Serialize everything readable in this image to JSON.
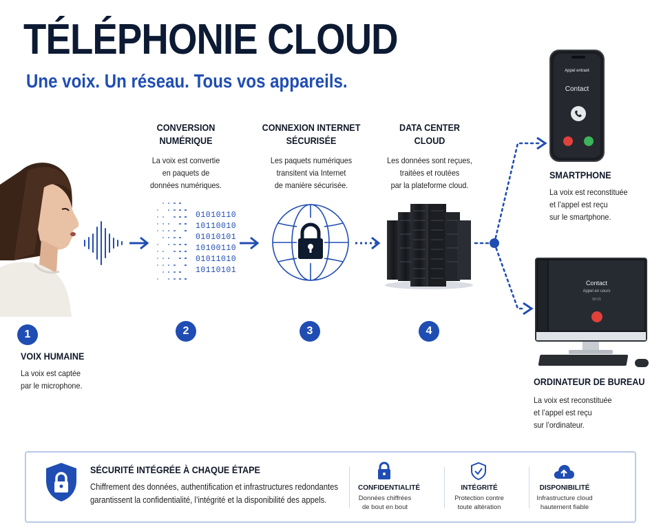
{
  "header": {
    "title": "TÉLÉPHONIE CLOUD",
    "subtitle": "Une voix. Un réseau. Tous vos appareils."
  },
  "steps": [
    {
      "number": "1",
      "title": "VOIX HUMAINE",
      "desc_lines": [
        "La voix est captée",
        "par le microphone."
      ]
    },
    {
      "number": "2",
      "title_lines": [
        "CONVERSION",
        "NUMÉRIQUE"
      ],
      "desc_lines": [
        "La voix est convertie",
        "en paquets de",
        "données numériques."
      ]
    },
    {
      "number": "3",
      "title_lines": [
        "CONNEXION INTERNET",
        "SÉCURISÉE"
      ],
      "desc_lines": [
        "Les paquets numériques",
        "transitent via Internet",
        "de manière sécurisée."
      ]
    },
    {
      "number": "4",
      "title_lines": [
        "DATA CENTER",
        "CLOUD"
      ],
      "desc_lines": [
        "Les données sont reçues,",
        "traitées et routées",
        "par la plateforme cloud."
      ]
    }
  ],
  "binary_lines": [
    "01010110",
    "10110010",
    "01010101",
    "10100110",
    "01011010",
    "10110101"
  ],
  "smartphone": {
    "screen_status": "Appel entrant",
    "screen_contact": "Contact",
    "title": "SMARTPHONE",
    "desc_lines": [
      "La voix est reconstituée",
      "et l’appel est reçu",
      "sur le smartphone."
    ]
  },
  "desktop": {
    "screen_contact": "Contact",
    "screen_status": "Appel en cours",
    "screen_timer": "00:15",
    "title": "ORDINATEUR DE BUREAU",
    "desc_lines": [
      "La voix est reconstituée",
      "et l’appel est reçu",
      "sur l’ordinateur."
    ]
  },
  "security": {
    "title": "SÉCURITÉ INTÉGRÉE À CHAQUE ÉTAPE",
    "desc_lines": [
      "Chiffrement des données, authentification et infrastructures redondantes",
      "garantissent la confidentialité, l’intégrité et la disponibilité des appels."
    ],
    "features": [
      {
        "icon": "lock-icon",
        "title": "CONFIDENTIALITÉ",
        "desc_lines": [
          "Données chiffrées",
          "de bout en bout"
        ]
      },
      {
        "icon": "shield-check-icon",
        "title": "INTÉGRITÉ",
        "desc_lines": [
          "Protection contre",
          "toute altération"
        ]
      },
      {
        "icon": "cloud-upload-icon",
        "title": "DISPONIBILITÉ",
        "desc_lines": [
          "Infrastructure cloud",
          "hautement fiable"
        ]
      }
    ]
  },
  "colors": {
    "accent": "#1f4db3",
    "title": "#0c1a33"
  }
}
